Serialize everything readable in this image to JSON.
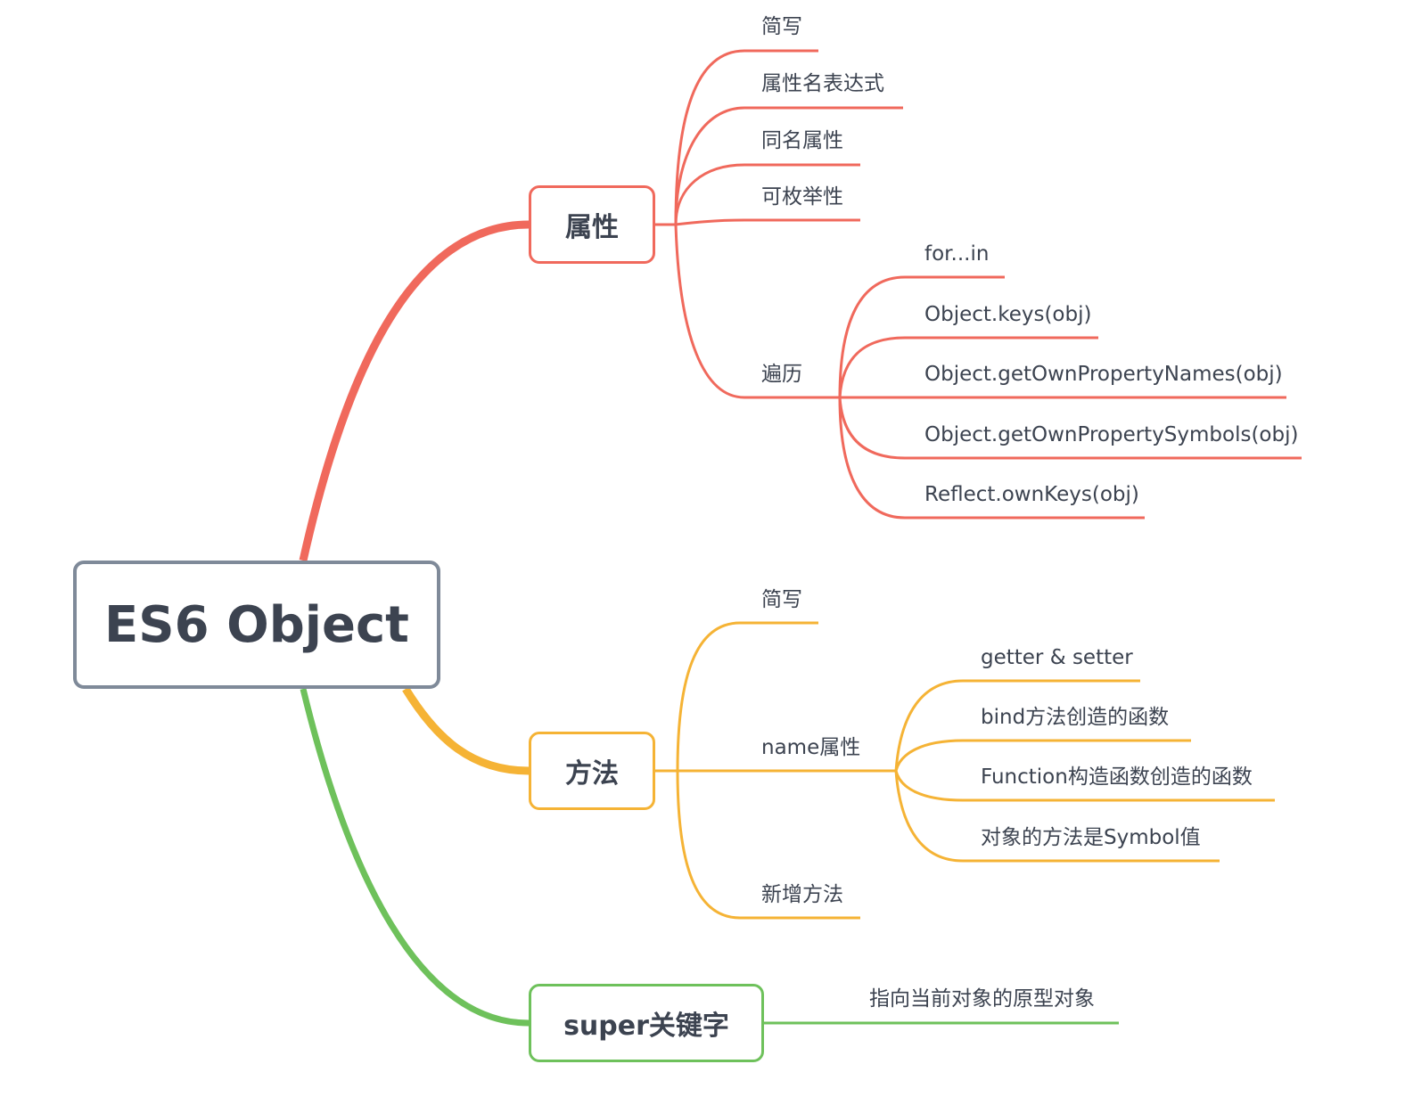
{
  "root": {
    "label": "ES6 Object",
    "color": "#7f8a99"
  },
  "branches": [
    {
      "label": "属性",
      "color": "#f0695c",
      "children": [
        {
          "label": "简写"
        },
        {
          "label": "属性名表达式"
        },
        {
          "label": "同名属性"
        },
        {
          "label": "可枚举性"
        },
        {
          "label": "遍历",
          "children": [
            {
              "label": "for...in"
            },
            {
              "label": "Object.keys(obj)"
            },
            {
              "label": "Object.getOwnPropertyNames(obj)"
            },
            {
              "label": "Object.getOwnPropertySymbols(obj)"
            },
            {
              "label": "Reflect.ownKeys(obj)"
            }
          ]
        }
      ]
    },
    {
      "label": "方法",
      "color": "#f5b335",
      "children": [
        {
          "label": "简写"
        },
        {
          "label": "name属性",
          "children": [
            {
              "label": "getter & setter"
            },
            {
              "label": "bind方法创造的函数"
            },
            {
              "label": "Function构造函数创造的函数"
            },
            {
              "label": "对象的方法是Symbol值"
            }
          ]
        },
        {
          "label": "新增方法"
        }
      ]
    },
    {
      "label": "super关键字",
      "color": "#6ec15b",
      "children": [
        {
          "label": "指向当前对象的原型对象"
        }
      ]
    }
  ]
}
